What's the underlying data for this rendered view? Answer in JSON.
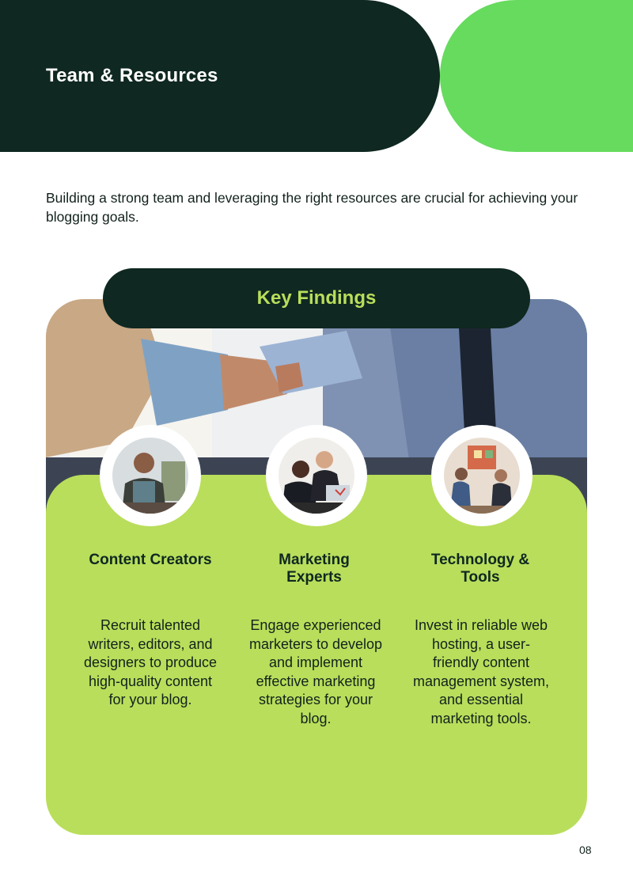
{
  "header": {
    "title": "Team & Resources"
  },
  "intro": {
    "text": "Building a strong team and leveraging the right resources are crucial for achieving your blogging goals."
  },
  "key_findings": {
    "title": "Key Findings",
    "columns": [
      {
        "title": "Content Creators",
        "body": "Recruit talented writers, editors, and designers to produce high-quality content for your blog."
      },
      {
        "title": "Marketing Experts",
        "body": "Engage experienced marketers to develop and implement effective marketing strategies for your blog."
      },
      {
        "title": "Technology & Tools",
        "body": "Invest in reliable web hosting, a user-friendly content management system, and essential marketing tools."
      }
    ]
  },
  "footer": {
    "page_number": "08"
  },
  "colors": {
    "dark_green": "#0f2821",
    "bright_green": "#66db5e",
    "lime": "#b9de5b"
  }
}
